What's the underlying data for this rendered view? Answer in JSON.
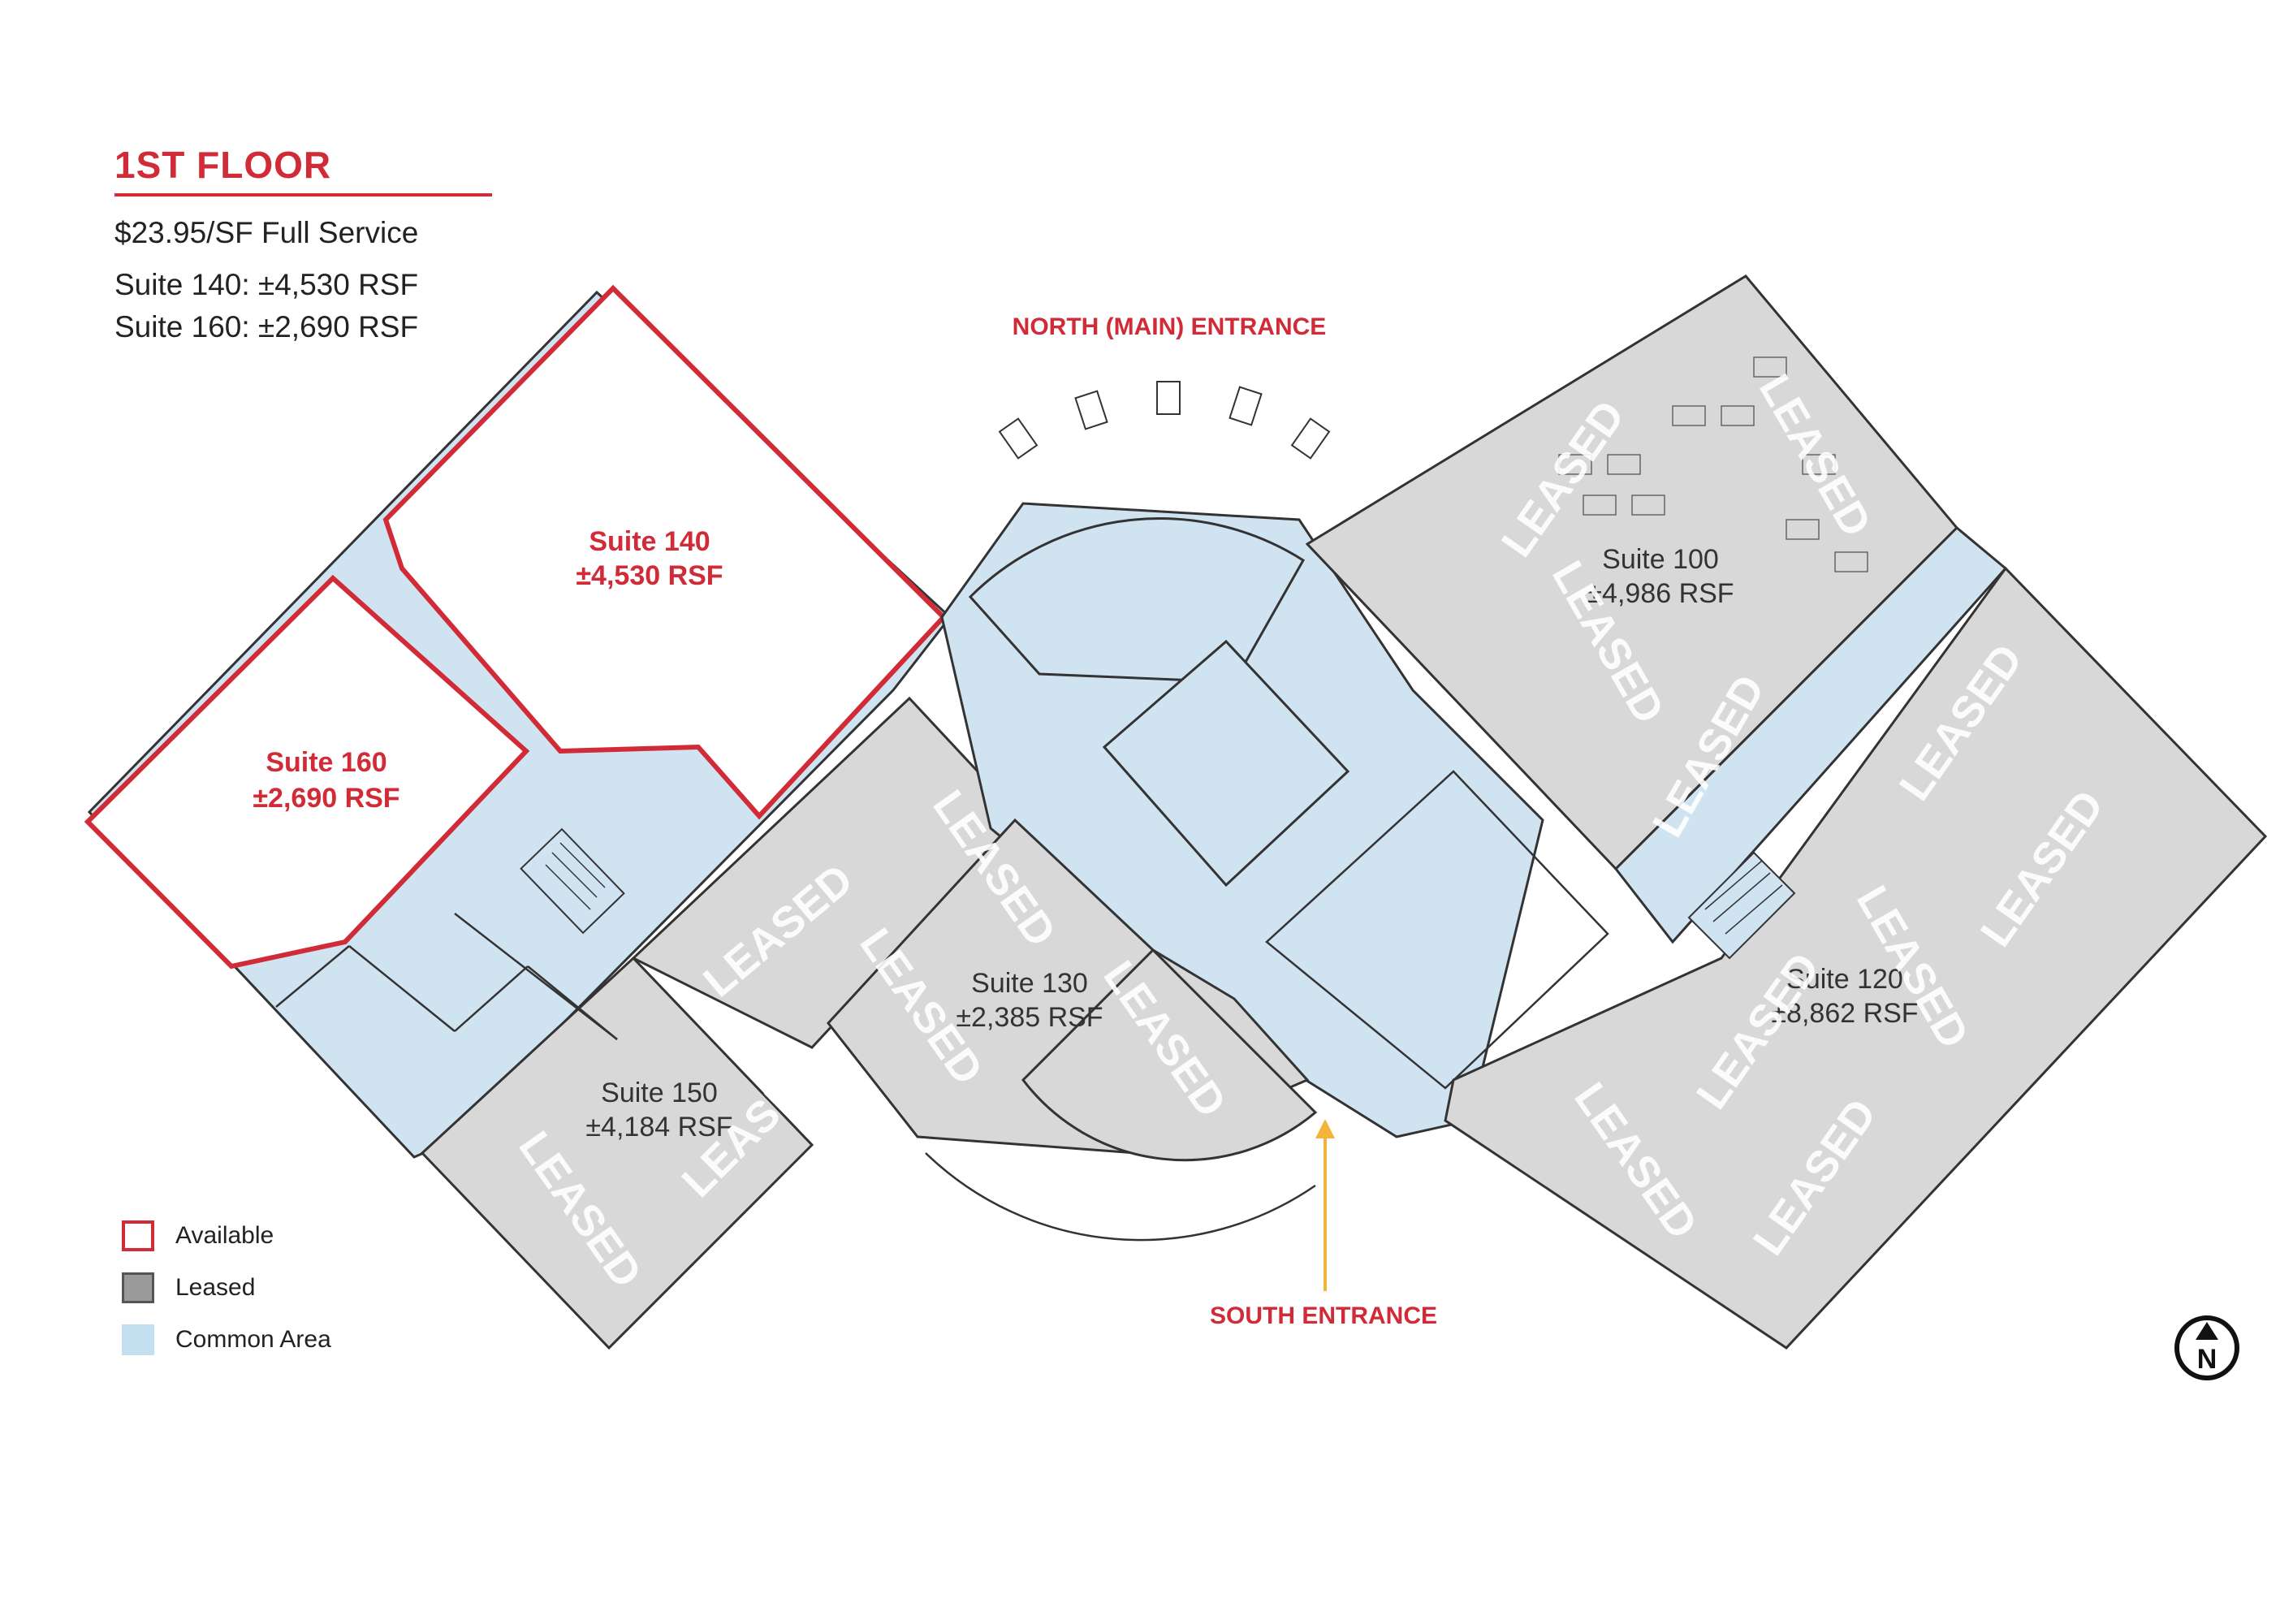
{
  "header": {
    "floor_title": "1ST FLOOR",
    "rate": "$23.95/SF Full Service",
    "available_lines": [
      "Suite 140:  ±4,530 RSF",
      "Suite 160:  ±2,690 RSF"
    ]
  },
  "entrances": {
    "north": "NORTH (MAIN) ENTRANCE",
    "south": "SOUTH ENTRANCE"
  },
  "suites": [
    {
      "name": "Suite 140",
      "area": "±4,530 RSF",
      "status": "Available"
    },
    {
      "name": "Suite 160",
      "area": "±2,690 RSF",
      "status": "Available"
    },
    {
      "name": "Suite 100",
      "area": "±4,986 RSF",
      "status": "Leased"
    },
    {
      "name": "Suite 130",
      "area": "±2,385 RSF",
      "status": "Leased"
    },
    {
      "name": "Suite 150",
      "area": "±4,184 RSF",
      "status": "Leased"
    },
    {
      "name": "Suite 120",
      "area": "±8,862 RSF",
      "status": "Leased"
    }
  ],
  "leased_watermark": "LEASED",
  "legend": [
    {
      "label": "Available",
      "swatch": "outline",
      "color": "#d12b37"
    },
    {
      "label": "Leased",
      "swatch": "fill",
      "color": "#9a9a9a"
    },
    {
      "label": "Common Area",
      "swatch": "fill",
      "color": "#c4dff0"
    }
  ],
  "compass": {
    "letter": "N"
  },
  "colors": {
    "available": "#d12b37",
    "leased": "#d8d8d8",
    "common": "#cfe3f1",
    "entrance_arrow": "#f2b43a"
  }
}
